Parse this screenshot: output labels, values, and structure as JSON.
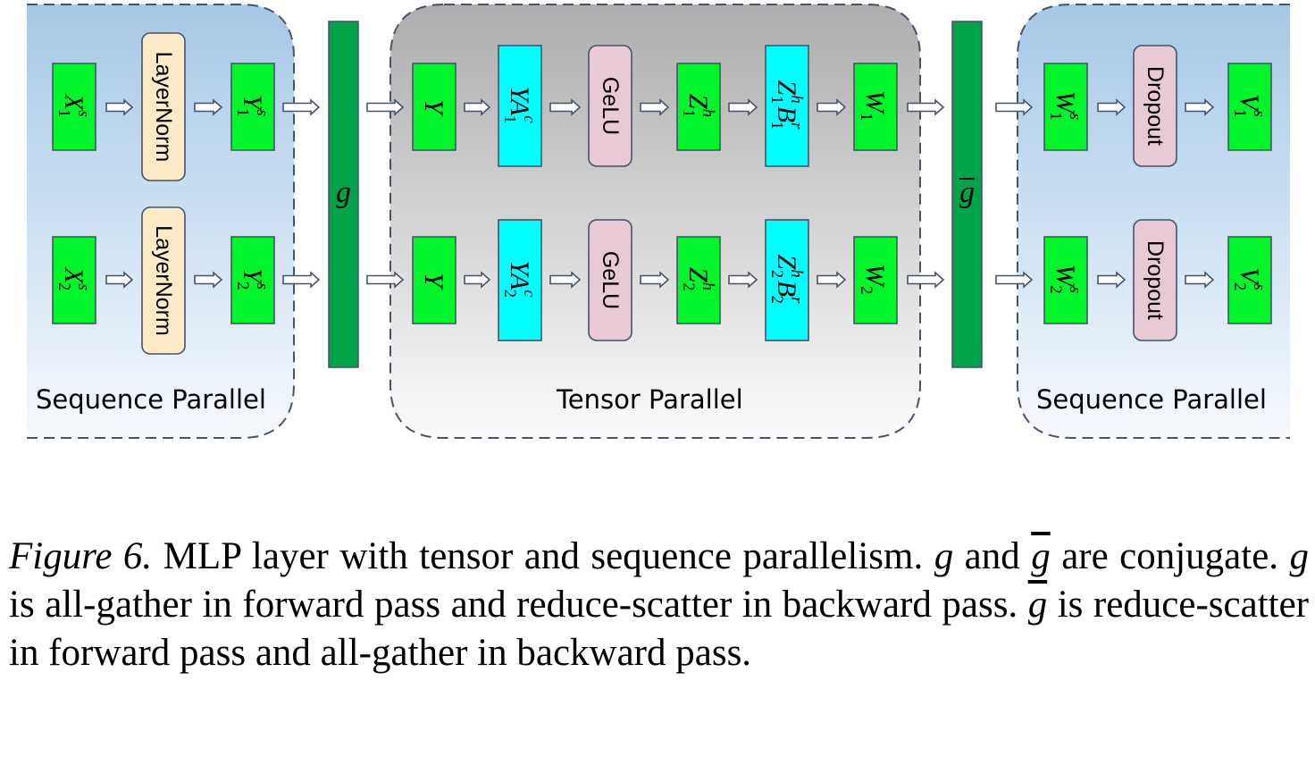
{
  "figure": {
    "panels": [
      {
        "id": "left",
        "label": "Sequence Parallel",
        "fill": "blue-gradient"
      },
      {
        "id": "middle",
        "label": "Tensor Parallel",
        "fill": "gray-gradient"
      },
      {
        "id": "right",
        "label": "Sequence Parallel",
        "fill": "blue-gradient"
      }
    ],
    "comm_ops": [
      {
        "id": "g",
        "label": "g",
        "overbar": false
      },
      {
        "id": "gbar",
        "label": "g",
        "overbar": true
      }
    ],
    "rows": [
      {
        "index": 1,
        "left": [
          {
            "kind": "tensor",
            "base": "X",
            "sub": "1",
            "sup": "s"
          },
          {
            "kind": "op",
            "label": "LayerNorm",
            "color": "#fdebc8"
          },
          {
            "kind": "tensor",
            "base": "Y",
            "sub": "1",
            "sup": "s"
          }
        ],
        "middle": [
          {
            "kind": "tensor",
            "base": "Y",
            "sub": "",
            "sup": ""
          },
          {
            "kind": "matmul",
            "base": "YA",
            "sub": "1",
            "sup": "c"
          },
          {
            "kind": "op",
            "label": "GeLU",
            "color": "#e8c9d6"
          },
          {
            "kind": "tensor",
            "base": "Z",
            "sub": "1",
            "sup": "h"
          },
          {
            "kind": "matmul",
            "base": "Z",
            "sub": "1",
            "sup": "h",
            "base2": "B",
            "sub2": "1",
            "sup2": "r"
          },
          {
            "kind": "tensor",
            "base": "W",
            "sub": "1",
            "sup": ""
          }
        ],
        "right": [
          {
            "kind": "tensor",
            "base": "W",
            "sub": "1",
            "sup": "s"
          },
          {
            "kind": "op",
            "label": "Dropout",
            "color": "#e8c9d6"
          },
          {
            "kind": "tensor",
            "base": "V",
            "sub": "1",
            "sup": "s"
          }
        ]
      },
      {
        "index": 2,
        "left": [
          {
            "kind": "tensor",
            "base": "X",
            "sub": "2",
            "sup": "s"
          },
          {
            "kind": "op",
            "label": "LayerNorm",
            "color": "#fdebc8"
          },
          {
            "kind": "tensor",
            "base": "Y",
            "sub": "2",
            "sup": "s"
          }
        ],
        "middle": [
          {
            "kind": "tensor",
            "base": "Y",
            "sub": "",
            "sup": ""
          },
          {
            "kind": "matmul",
            "base": "YA",
            "sub": "2",
            "sup": "c"
          },
          {
            "kind": "op",
            "label": "GeLU",
            "color": "#e8c9d6"
          },
          {
            "kind": "tensor",
            "base": "Z",
            "sub": "2",
            "sup": "h"
          },
          {
            "kind": "matmul",
            "base": "Z",
            "sub": "2",
            "sup": "h",
            "base2": "B",
            "sub2": "2",
            "sup2": "r"
          },
          {
            "kind": "tensor",
            "base": "W",
            "sub": "2",
            "sup": ""
          }
        ],
        "right": [
          {
            "kind": "tensor",
            "base": "W",
            "sub": "2",
            "sup": "s"
          },
          {
            "kind": "op",
            "label": "Dropout",
            "color": "#e8c9d6"
          },
          {
            "kind": "tensor",
            "base": "V",
            "sub": "2",
            "sup": "s"
          }
        ]
      }
    ],
    "colors": {
      "tensor": "#00f52a",
      "matmul": "#00ffff",
      "comm": "#00a44a",
      "border": "#44546a",
      "blue_top": "#a6c8e6",
      "blue_bottom": "#f4f8fd",
      "gray_top": "#aeaeae",
      "gray_bottom": "#fafafa"
    }
  },
  "caption": {
    "label": "Figure 6.",
    "sentence1": " MLP layer with tensor and sequence parallelism. ",
    "g": "g",
    "and": " and ",
    "gbar": "g",
    "sentence2": " are conjugate. ",
    "sentence3": " is all-gather in forward pass and reduce-scatter in backward pass. ",
    "sentence4": " is reduce-scatter in forward pass and all-gather in backward pass."
  }
}
